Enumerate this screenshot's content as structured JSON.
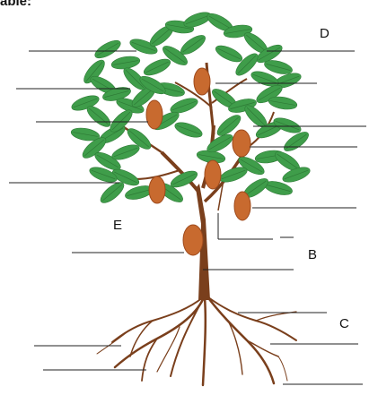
{
  "partial_title": "able:",
  "labels": {
    "D": "D",
    "E": "E",
    "B": "B",
    "C": "C"
  },
  "colors": {
    "leaf": "#3f9d4a",
    "leaf_dark": "#2e7a36",
    "trunk": "#7a3f1c",
    "pod": "#c86a2f",
    "pod_dark": "#9e4a1c",
    "line": "#222222"
  }
}
